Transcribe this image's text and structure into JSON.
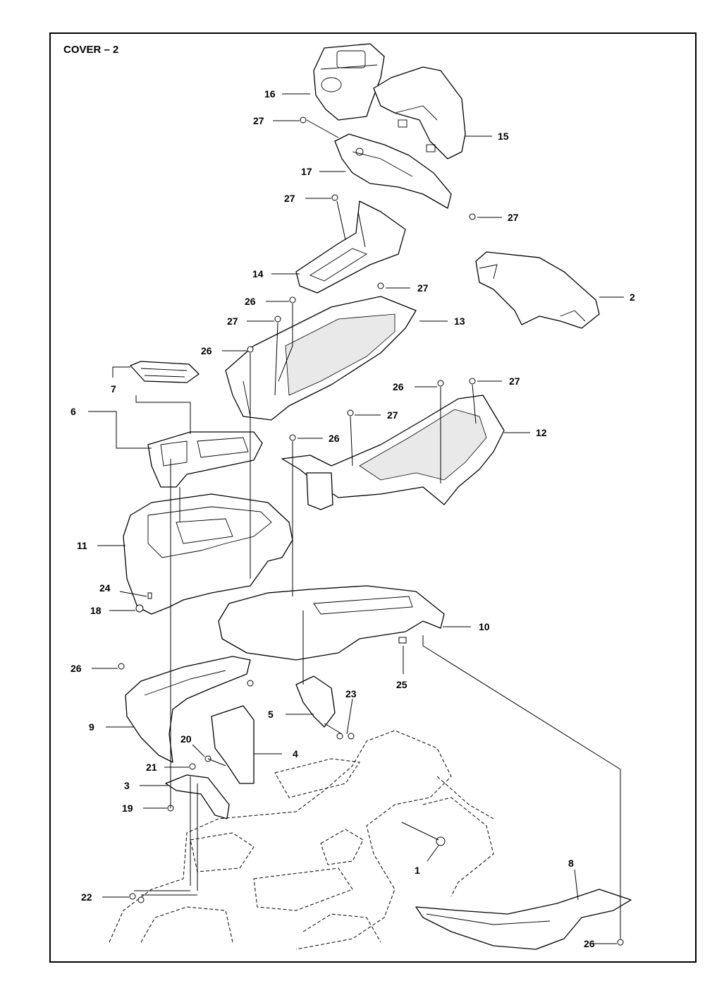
{
  "title": "COVER – 2",
  "callouts": {
    "c1": "1",
    "c2": "2",
    "c3": "3",
    "c4": "4",
    "c5": "5",
    "c6": "6",
    "c7": "7",
    "c8": "8",
    "c9": "9",
    "c10": "10",
    "c11": "11",
    "c12": "12",
    "c13": "13",
    "c14": "14",
    "c15": "15",
    "c16": "16",
    "c17": "17",
    "c18": "18",
    "c19": "19",
    "c20": "20",
    "c21": "21",
    "c22": "22",
    "c23": "23",
    "c24": "24",
    "c25": "25",
    "c26": "26",
    "c27": "27"
  }
}
